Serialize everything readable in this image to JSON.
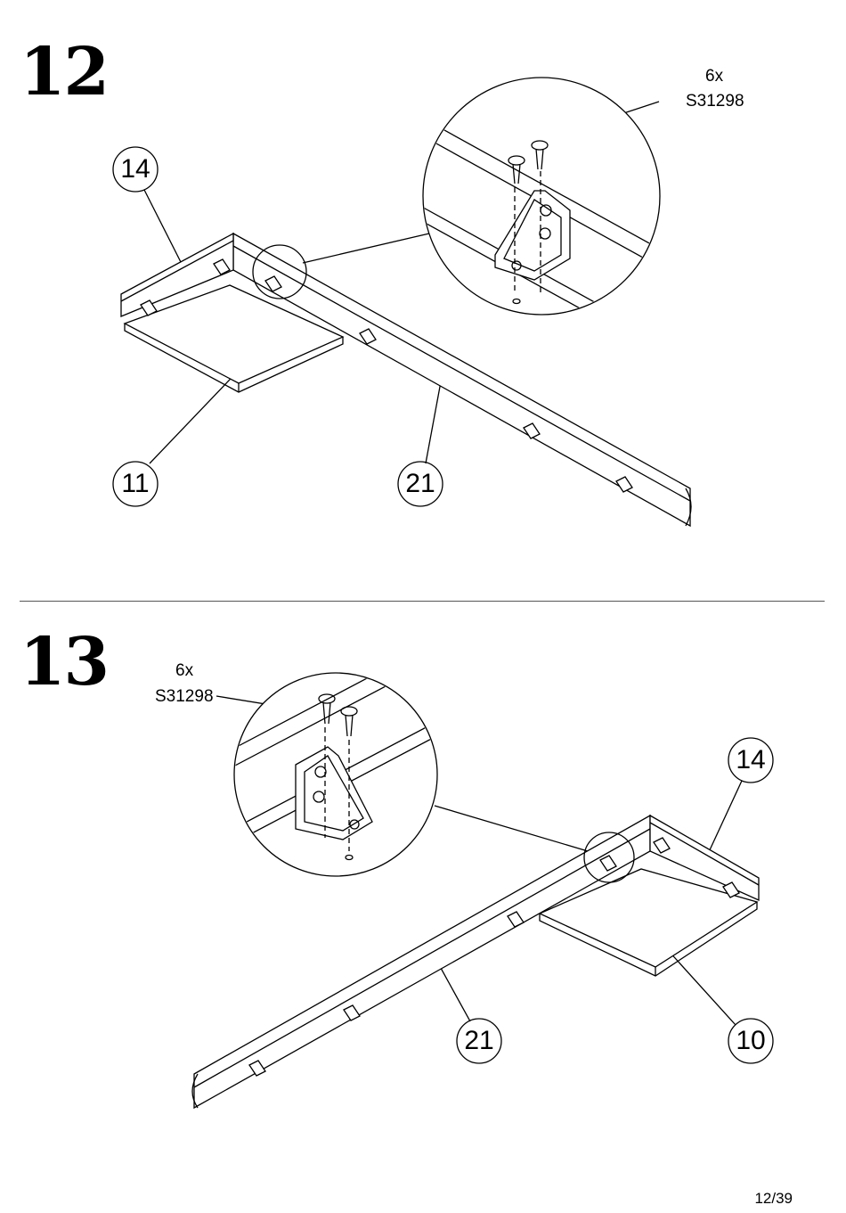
{
  "steps": [
    {
      "number": "12",
      "hardware": {
        "quantity": "6x",
        "code": "S31298"
      },
      "parts": [
        "14",
        "11",
        "21"
      ]
    },
    {
      "number": "13",
      "hardware": {
        "quantity": "6x",
        "code": "S31298"
      },
      "parts": [
        "14",
        "21",
        "10"
      ]
    }
  ],
  "page": {
    "number": "12/39"
  }
}
